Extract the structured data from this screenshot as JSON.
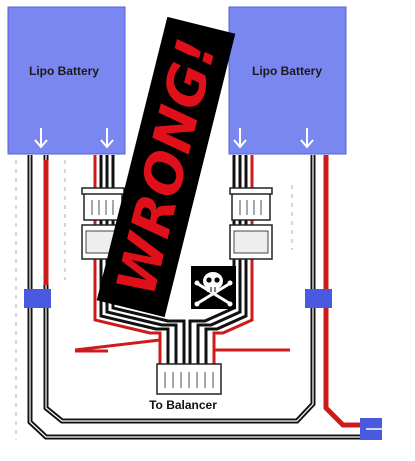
{
  "batteries": [
    {
      "label": "Lipo Battery"
    },
    {
      "label": "Lipo Battery"
    }
  ],
  "warning": {
    "text": "WRONG!"
  },
  "balancer": {
    "label": "To Balancer"
  },
  "icons": {
    "warning": "skull-crossbones-icon"
  },
  "colors": {
    "battery_fill": "#7b87f0",
    "battery_stroke": "#5560d8",
    "negative_wire": "#111111",
    "positive_wire": "#cc1b1b",
    "connector_band": "#4a5ae0",
    "warning_bg": "#000000",
    "warning_text": "#e0101a"
  }
}
